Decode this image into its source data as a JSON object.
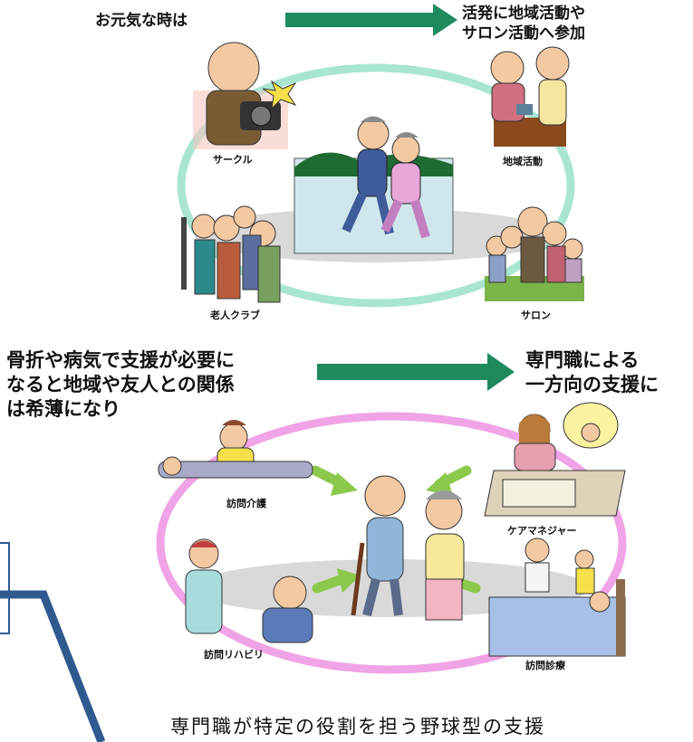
{
  "top": {
    "left_text": "お元気な時は",
    "right_text": [
      "活発に地域活動や",
      "サロン活動へ参加"
    ],
    "captions": {
      "circle": "サークル",
      "community": "地域活動",
      "elder_club": "老人クラブ",
      "salon": "サロン"
    }
  },
  "middle": {
    "left_text": [
      "骨折や病気で支援が必要に",
      "なると地域や友人との関係",
      "は希薄になり"
    ],
    "right_text": [
      "専門職による",
      "一方向の支援に"
    ],
    "captions": {
      "home_care": "訪問介護",
      "care_manager": "ケアマネジャー",
      "home_rehab": "訪問リハビリ",
      "home_medical": "訪問診療"
    }
  },
  "bottom_caption": "専門職が特定の役割を担う野球型の支援",
  "colors": {
    "arrow_green": "#1e8a5e",
    "ring_mint": "#a8e6d2",
    "ring_pink": "#f0a3e6",
    "inner_arrow": "#8cc84b",
    "blue_line": "#2e5a8f"
  }
}
